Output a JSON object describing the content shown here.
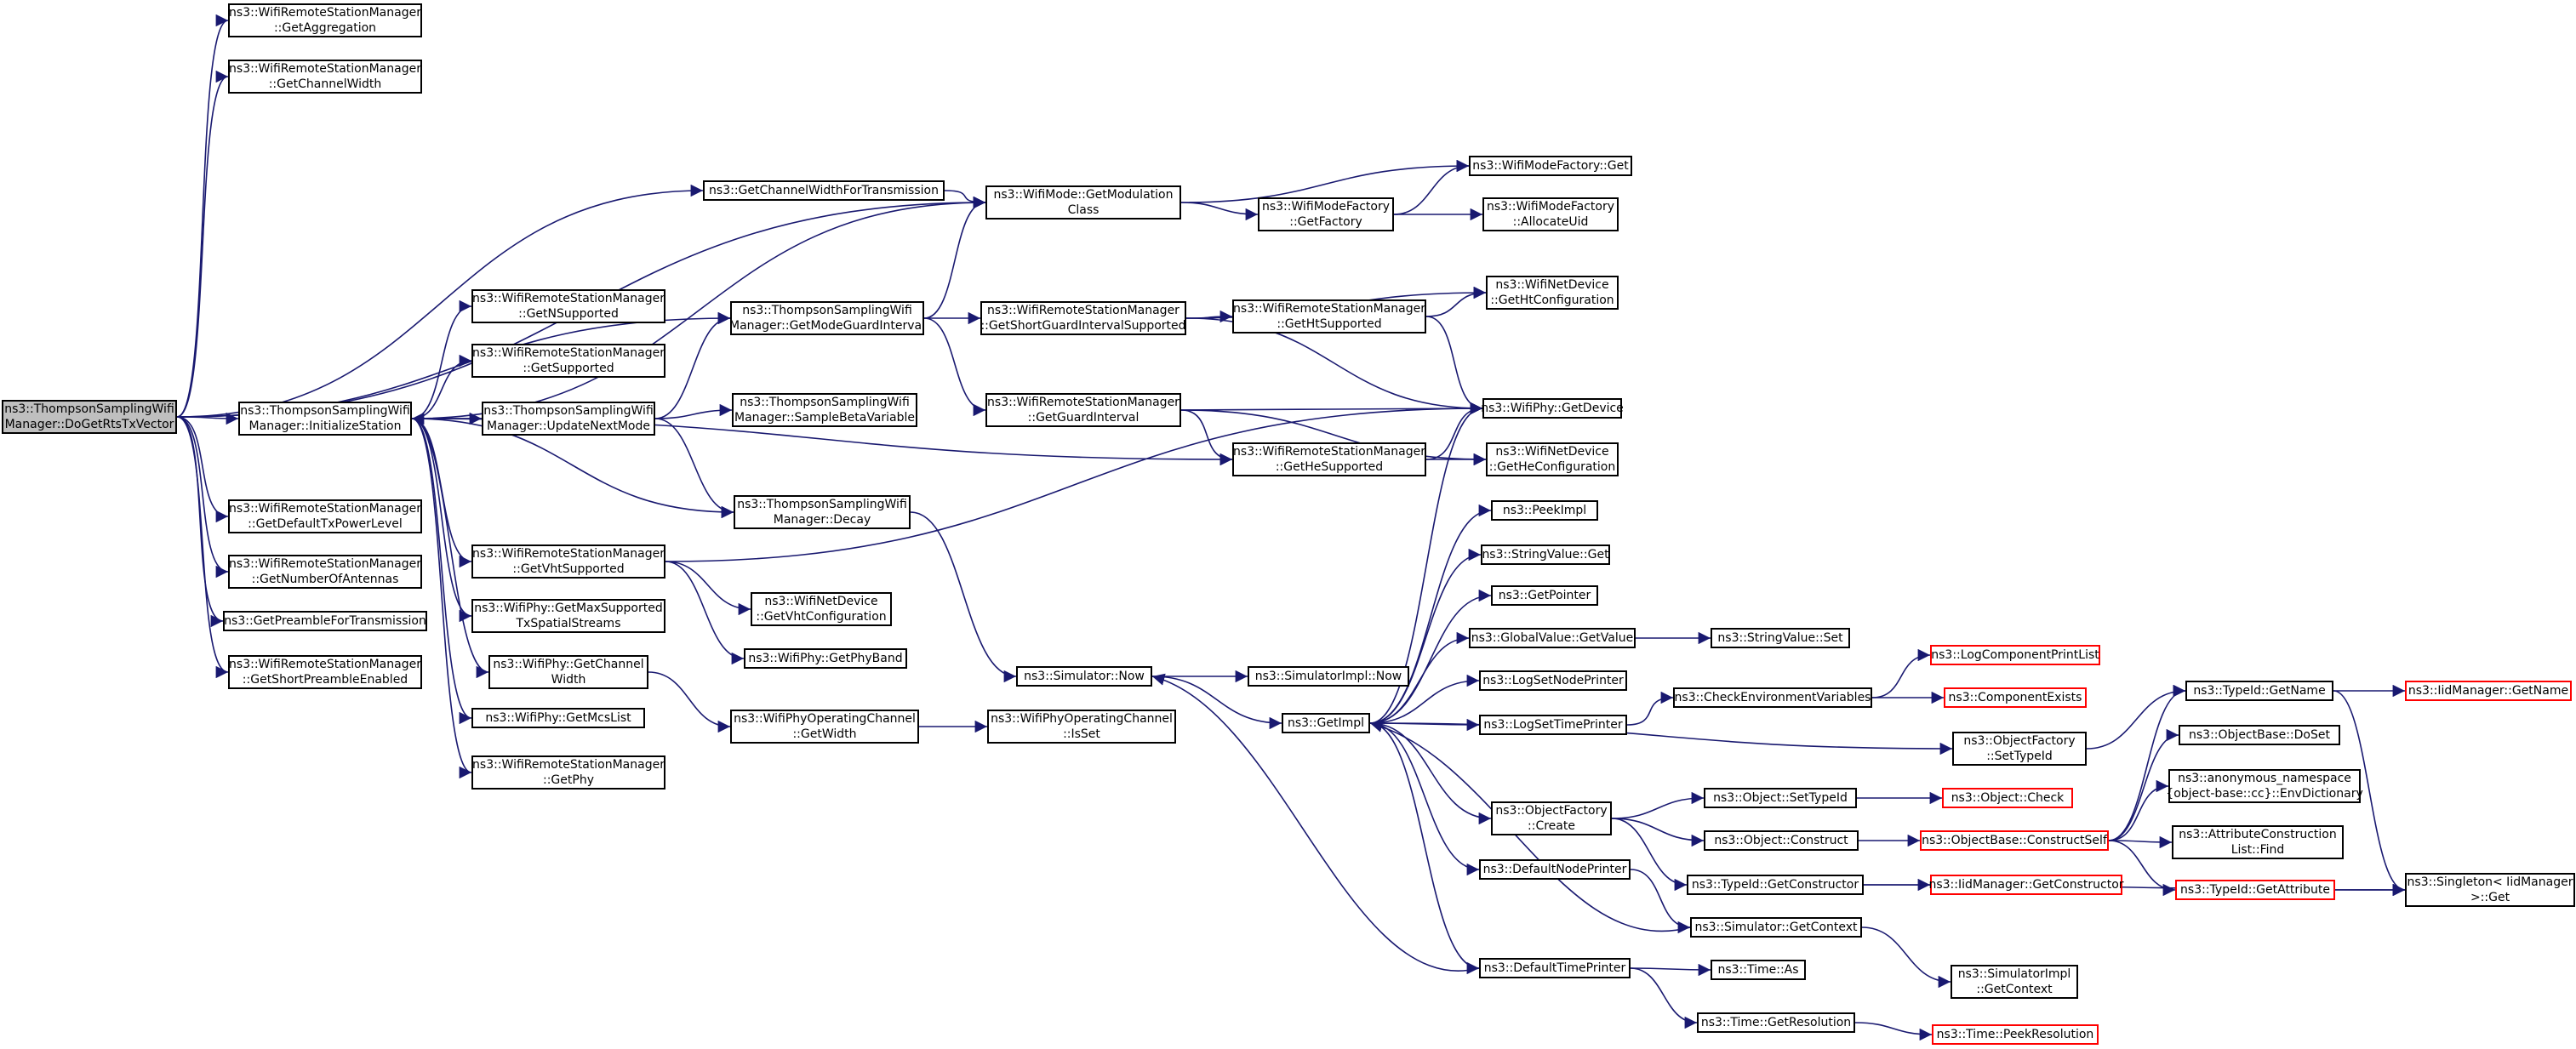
{
  "colors": {
    "edge": "#191970",
    "node_border": "#000000",
    "incomplete_border": "#ff0000",
    "root_fill": "#bfbfbf"
  },
  "nodes": {
    "root": {
      "lines": [
        "ns3::ThompsonSamplingWifi",
        "Manager::DoGetRtsTxVector"
      ]
    },
    "getAggregation": {
      "lines": [
        "ns3::WifiRemoteStationManager",
        "::GetAggregation"
      ]
    },
    "getChannelWidth": {
      "lines": [
        "ns3::WifiRemoteStationManager",
        "::GetChannelWidth"
      ]
    },
    "initializeStation": {
      "lines": [
        "ns3::ThompsonSamplingWifi",
        "Manager::InitializeStation"
      ]
    },
    "getDefaultTxPowerLevel": {
      "lines": [
        "ns3::WifiRemoteStationManager",
        "::GetDefaultTxPowerLevel"
      ]
    },
    "getNumberOfAntennas": {
      "lines": [
        "ns3::WifiRemoteStationManager",
        "::GetNumberOfAntennas"
      ]
    },
    "getPreambleForTransmission": {
      "lines": [
        "ns3::GetPreambleForTransmission"
      ]
    },
    "getShortPreambleEnabled": {
      "lines": [
        "ns3::WifiRemoteStationManager",
        "::GetShortPreambleEnabled"
      ]
    },
    "getChannelWidthForTransmission": {
      "lines": [
        "ns3::GetChannelWidthForTransmission"
      ]
    },
    "getNSupported": {
      "lines": [
        "ns3::WifiRemoteStationManager",
        "::GetNSupported"
      ]
    },
    "getSupported": {
      "lines": [
        "ns3::WifiRemoteStationManager",
        "::GetSupported"
      ]
    },
    "updateNextMode": {
      "lines": [
        "ns3::ThompsonSamplingWifi",
        "Manager::UpdateNextMode"
      ]
    },
    "getVhtSupported": {
      "lines": [
        "ns3::WifiRemoteStationManager",
        "::GetVhtSupported"
      ]
    },
    "getMaxSupportedTxSpatialStreams": {
      "lines": [
        "ns3::WifiPhy::GetMaxSupported",
        "TxSpatialStreams"
      ]
    },
    "phyGetChannelWidth": {
      "lines": [
        "ns3::WifiPhy::GetChannel",
        "Width"
      ]
    },
    "getMcsList": {
      "lines": [
        "ns3::WifiPhy::GetMcsList"
      ]
    },
    "getPhy": {
      "lines": [
        "ns3::WifiRemoteStationManager",
        "::GetPhy"
      ]
    },
    "getModeGuardInterval": {
      "lines": [
        "ns3::ThompsonSamplingWifi",
        "Manager::GetModeGuardInterval"
      ]
    },
    "sampleBetaVariable": {
      "lines": [
        "ns3::ThompsonSamplingWifi",
        "Manager::SampleBetaVariable"
      ]
    },
    "decay": {
      "lines": [
        "ns3::ThompsonSamplingWifi",
        "Manager::Decay"
      ]
    },
    "getVhtConfiguration": {
      "lines": [
        "ns3::WifiNetDevice",
        "::GetVhtConfiguration"
      ]
    },
    "getPhyBand": {
      "lines": [
        "ns3::WifiPhy::GetPhyBand"
      ]
    },
    "operatingGetWidth": {
      "lines": [
        "ns3::WifiPhyOperatingChannel",
        "::GetWidth"
      ]
    },
    "getModulationClass": {
      "lines": [
        "ns3::WifiMode::GetModulation",
        "Class"
      ]
    },
    "getShortGuardIntervalSupported": {
      "lines": [
        "ns3::WifiRemoteStationManager",
        "::GetShortGuardIntervalSupported"
      ]
    },
    "getGuardInterval": {
      "lines": [
        "ns3::WifiRemoteStationManager",
        "::GetGuardInterval"
      ]
    },
    "simulatorNow": {
      "lines": [
        "ns3::Simulator::Now"
      ]
    },
    "operatingIsSet": {
      "lines": [
        "ns3::WifiPhyOperatingChannel",
        "::IsSet"
      ]
    },
    "modeFactoryGetFactory": {
      "lines": [
        "ns3::WifiModeFactory",
        "::GetFactory"
      ]
    },
    "getHtSupported": {
      "lines": [
        "ns3::WifiRemoteStationManager",
        "::GetHtSupported"
      ]
    },
    "getHeSupported": {
      "lines": [
        "ns3::WifiRemoteStationManager",
        "::GetHeSupported"
      ]
    },
    "simulatorImplNow": {
      "lines": [
        "ns3::SimulatorImpl::Now"
      ]
    },
    "getImpl": {
      "lines": [
        "ns3::GetImpl"
      ]
    },
    "modeFactoryGet": {
      "lines": [
        "ns3::WifiModeFactory::Get"
      ]
    },
    "allocateUid": {
      "lines": [
        "ns3::WifiModeFactory",
        "::AllocateUid"
      ]
    },
    "getHtConfiguration": {
      "lines": [
        "ns3::WifiNetDevice",
        "::GetHtConfiguration"
      ]
    },
    "phyGetDevice": {
      "lines": [
        "ns3::WifiPhy::GetDevice"
      ]
    },
    "getHeConfiguration": {
      "lines": [
        "ns3::WifiNetDevice",
        "::GetHeConfiguration"
      ]
    },
    "peekImpl": {
      "lines": [
        "ns3::PeekImpl"
      ]
    },
    "stringValueGet": {
      "lines": [
        "ns3::StringValue::Get"
      ]
    },
    "getPointer": {
      "lines": [
        "ns3::GetPointer"
      ]
    },
    "globalValueGetValue": {
      "lines": [
        "ns3::GlobalValue::GetValue"
      ]
    },
    "logSetNodePrinter": {
      "lines": [
        "ns3::LogSetNodePrinter"
      ]
    },
    "logSetTimePrinter": {
      "lines": [
        "ns3::LogSetTimePrinter"
      ]
    },
    "objectFactoryCreate": {
      "lines": [
        "ns3::ObjectFactory",
        "::Create"
      ]
    },
    "defaultNodePrinter": {
      "lines": [
        "ns3::DefaultNodePrinter"
      ]
    },
    "defaultTimePrinter": {
      "lines": [
        "ns3::DefaultTimePrinter"
      ]
    },
    "stringValueSet": {
      "lines": [
        "ns3::StringValue::Set"
      ]
    },
    "checkEnvironmentVariables": {
      "lines": [
        "ns3::CheckEnvironmentVariables"
      ]
    },
    "objectSetTypeId": {
      "lines": [
        "ns3::Object::SetTypeId"
      ]
    },
    "objectConstruct": {
      "lines": [
        "ns3::Object::Construct"
      ]
    },
    "typeIdGetConstructor": {
      "lines": [
        "ns3::TypeId::GetConstructor"
      ]
    },
    "simulatorGetContext": {
      "lines": [
        "ns3::Simulator::GetContext"
      ]
    },
    "timeAs": {
      "lines": [
        "ns3::Time::As"
      ]
    },
    "timeGetResolution": {
      "lines": [
        "ns3::Time::GetResolution"
      ]
    },
    "logComponentPrintList": {
      "lines": [
        "ns3::LogComponentPrintList"
      ]
    },
    "componentExists": {
      "lines": [
        "ns3::ComponentExists"
      ]
    },
    "objectFactorySetTypeId": {
      "lines": [
        "ns3::ObjectFactory",
        "::SetTypeId"
      ]
    },
    "objectCheck": {
      "lines": [
        "ns3::Object::Check"
      ]
    },
    "constructSelf": {
      "lines": [
        "ns3::ObjectBase::ConstructSelf"
      ]
    },
    "iidGetConstructor": {
      "lines": [
        "ns3::IidManager::GetConstructor"
      ]
    },
    "simulatorImplGetContext": {
      "lines": [
        "ns3::SimulatorImpl",
        "::GetContext"
      ]
    },
    "peekResolution": {
      "lines": [
        "ns3::Time::PeekResolution"
      ]
    },
    "typeIdGetName": {
      "lines": [
        "ns3::TypeId::GetName"
      ]
    },
    "objectBaseDoSet": {
      "lines": [
        "ns3::ObjectBase::DoSet"
      ]
    },
    "envDictionary": {
      "lines": [
        "ns3::anonymous_namespace",
        "{object-base::cc}::EnvDictionary"
      ]
    },
    "attributeListFind": {
      "lines": [
        "ns3::AttributeConstruction",
        "List::Find"
      ]
    },
    "typeIdGetAttribute": {
      "lines": [
        "ns3::TypeId::GetAttribute"
      ]
    },
    "iidGetName": {
      "lines": [
        "ns3::IidManager::GetName"
      ]
    },
    "singletonGet": {
      "lines": [
        "ns3::Singleton< IidManager",
        ">::Get"
      ]
    }
  }
}
